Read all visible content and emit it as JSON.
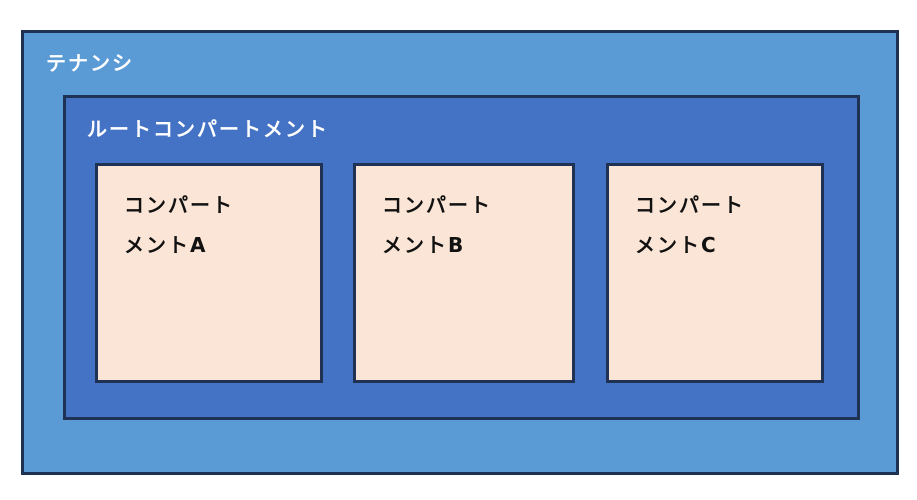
{
  "diagram": {
    "tenancy": {
      "label": "テナンシ"
    },
    "root_compartment": {
      "label": "ルートコンパートメント"
    },
    "compartments": [
      {
        "id": "A",
        "label_line1": "コンパート",
        "label_line2": "メントA"
      },
      {
        "id": "B",
        "label_line1": "コンパート",
        "label_line2": "メントB"
      },
      {
        "id": "C",
        "label_line1": "コンパート",
        "label_line2": "メントC"
      }
    ],
    "colors": {
      "tenancy_fill": "#5b9bd5",
      "root_fill": "#4472c4",
      "compartment_fill": "#fbe5d6",
      "border": "#1f3254",
      "label_light": "#ffffff",
      "label_dark": "#111111"
    }
  }
}
